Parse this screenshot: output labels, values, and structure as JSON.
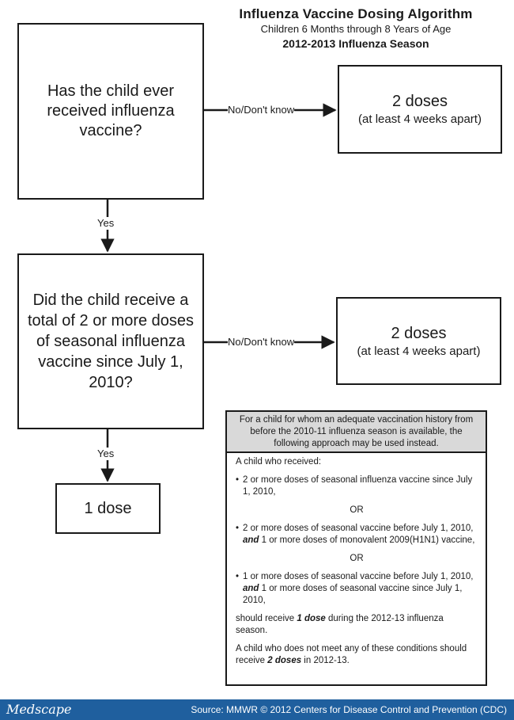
{
  "header": {
    "title": "Influenza Vaccine Dosing Algorithm",
    "subtitle": "Children 6 Months through 8 Years of Age",
    "season": "2012-2013 Influenza Season"
  },
  "flow": {
    "question1": "Has the child ever received influenza vaccine?",
    "question2": "Did the child receive a total of 2 or more doses of seasonal influenza vaccine since July 1, 2010?",
    "no_label_1": "No/Don't know",
    "no_label_2": "No/Don't know",
    "yes_label_1": "Yes",
    "yes_label_2": "Yes",
    "result1": {
      "main": "2 doses",
      "sub": "(at least 4 weeks apart)"
    },
    "result2": {
      "main": "2 doses",
      "sub": "(at least 4 weeks apart)"
    },
    "result3": "1 dose"
  },
  "note": {
    "header": "For a child for whom an adequate vaccination history from before the 2010-11 influenza season is available, the following approach may be used instead.",
    "intro": "A child who received:",
    "bullet_symbol": "•",
    "bullet1": "2 or more doses of seasonal influenza vaccine since July 1, 2010,",
    "or": "OR",
    "bullet2_a": "2 or more doses of seasonal vaccine before July 1, 2010, ",
    "and": "and",
    "bullet2_b": " 1 or more doses of monovalent 2009(H1N1) vaccine,",
    "bullet3_a": "1 or more doses of seasonal vaccine before July 1, 2010, ",
    "bullet3_b": " 1 or more doses of seasonal vaccine since July 1, 2010,",
    "conclusion_a": "should receive ",
    "conclusion_bold": "1 dose",
    "conclusion_b": " during the 2012-13 influenza season.",
    "final_a": "A child who does not meet any of these conditions should receive ",
    "final_bold": "2 doses",
    "final_b": " in 2012-13."
  },
  "footer": {
    "logo": "Medscape",
    "source": "Source: MMWR © 2012 Centers for Disease Control and Prevention (CDC)",
    "background_color": "#1f5f9e"
  }
}
